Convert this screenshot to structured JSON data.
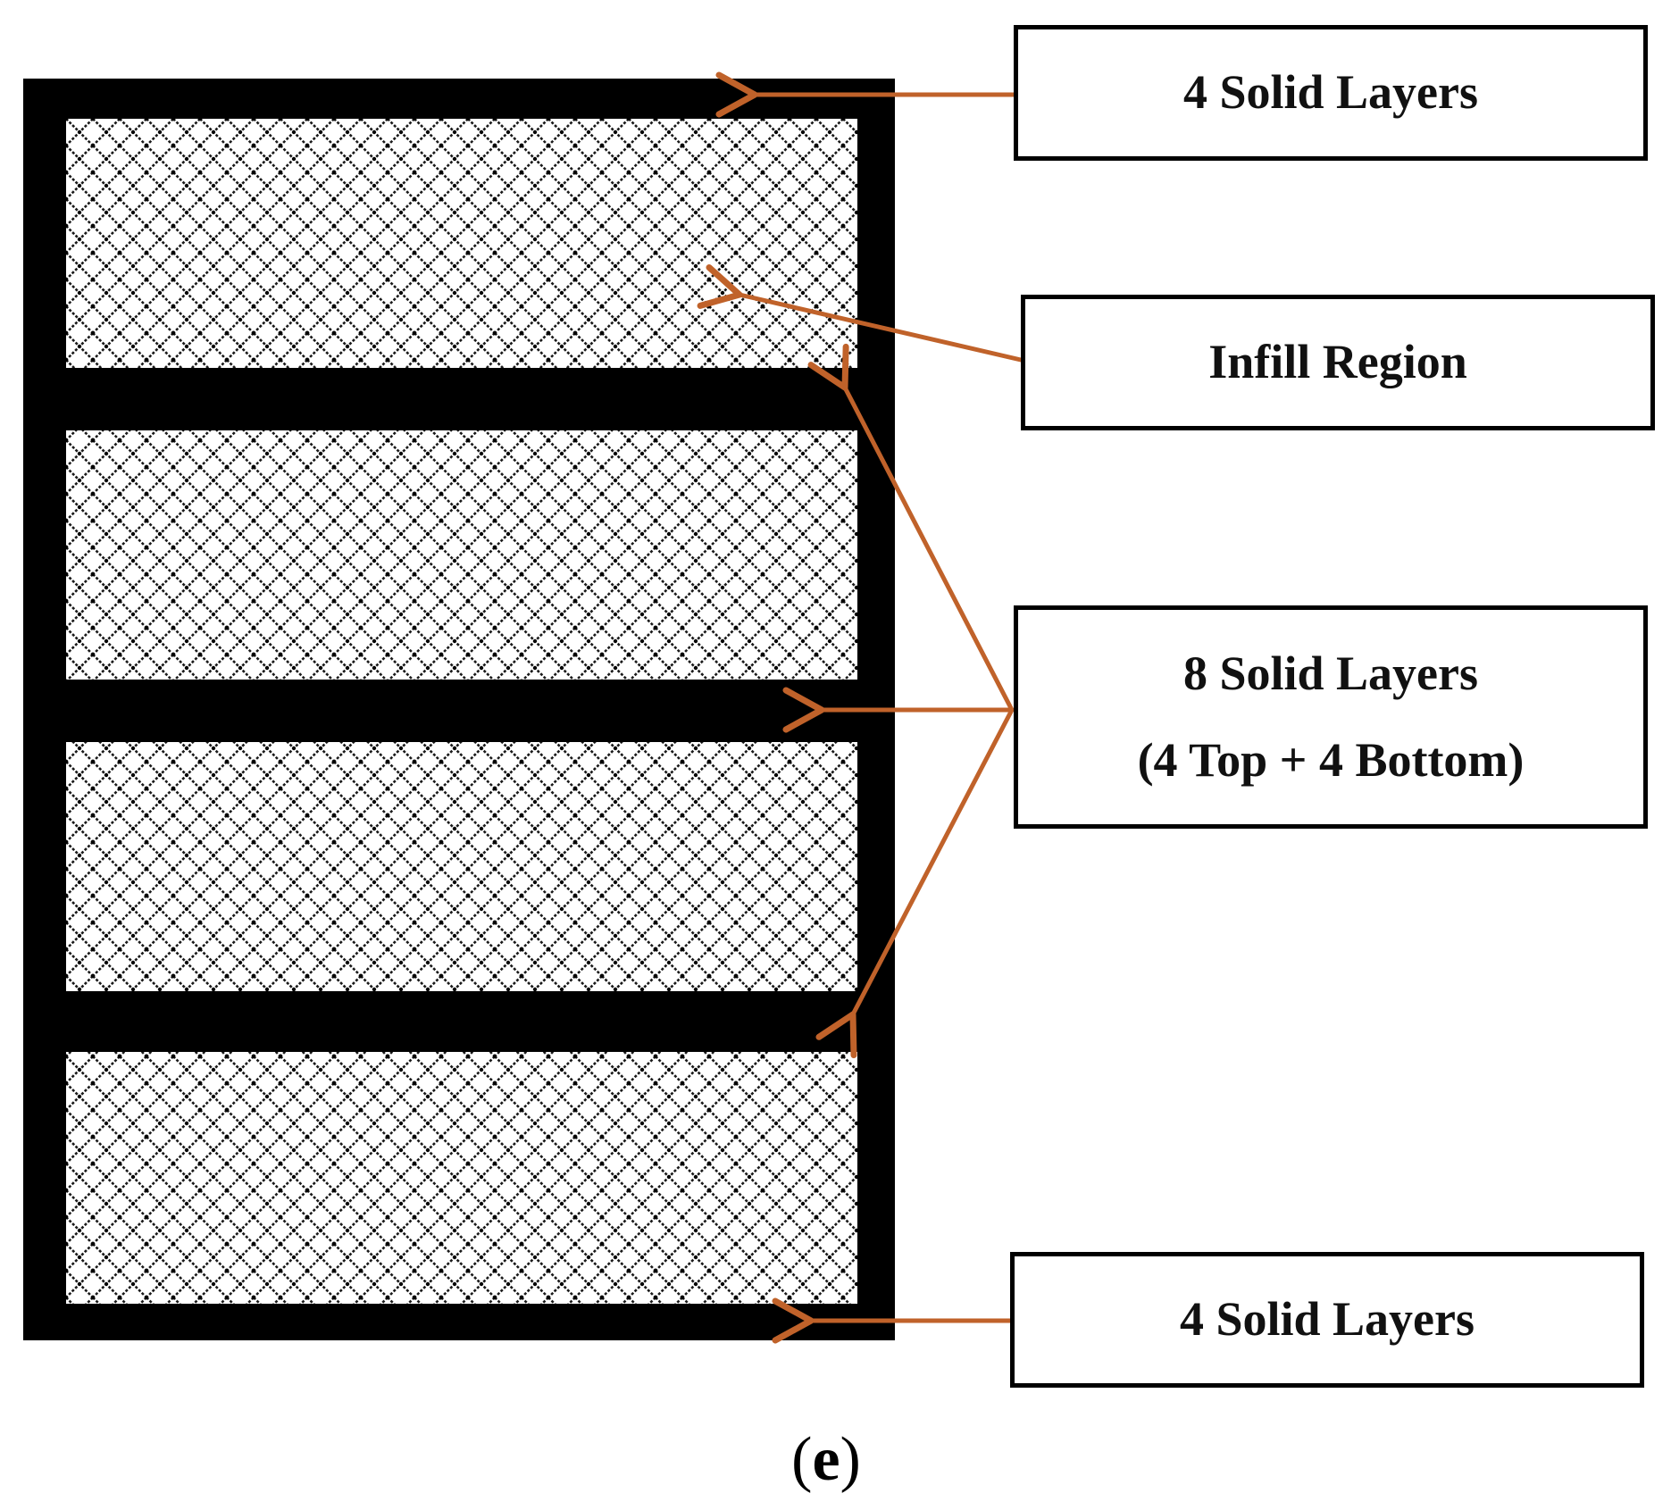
{
  "labels": {
    "top_solid": "4 Solid Layers",
    "infill": "Infill Region",
    "middle_line1": "8 Solid Layers",
    "middle_line2": "(4 Top + 4 Bottom)",
    "bottom_solid": "4 Solid Layers"
  },
  "caption": {
    "open": "(",
    "letter": "e",
    "close": ")"
  },
  "colors": {
    "solid": "#000000",
    "arrow": "#C0622A",
    "border": "#000000",
    "background": "#ffffff"
  },
  "infill_pattern": "diamond-lattice"
}
